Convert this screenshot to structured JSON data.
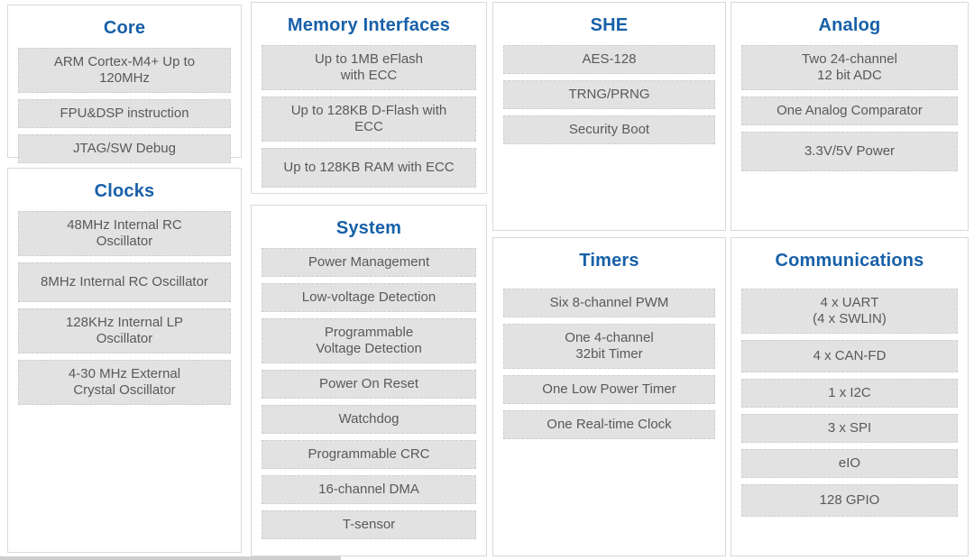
{
  "colors": {
    "accent_blue": "#1760A8",
    "box_fill": "#E2E2E2",
    "box_text": "#595959",
    "panel_border": "#D9D9D9",
    "box_border": "#CFCFCF"
  },
  "columns": [
    {
      "panels": [
        {
          "title": "Core",
          "items": [
            "ARM Cortex-M4+ Up to\n120MHz",
            "FPU&DSP instruction",
            "JTAG/SW Debug"
          ]
        },
        {
          "title": "Clocks",
          "items": [
            "48MHz Internal RC\nOscillator",
            "8MHz Internal RC Oscillator",
            "128KHz Internal LP\nOscillator",
            "4-30 MHz External\nCrystal Oscillator"
          ]
        }
      ]
    },
    {
      "panels": [
        {
          "title": "Memory Interfaces",
          "items": [
            "Up to 1MB eFlash\nwith ECC",
            "Up to 128KB D-Flash with\nECC",
            "Up to 128KB RAM with ECC"
          ]
        },
        {
          "title": "System",
          "items": [
            "Power Management",
            "Low-voltage Detection",
            "Programmable\nVoltage Detection",
            "Power On Reset",
            "Watchdog",
            "Programmable CRC",
            "16-channel DMA",
            "T-sensor"
          ]
        }
      ]
    },
    {
      "panels": [
        {
          "title": "SHE",
          "items": [
            "AES-128",
            "TRNG/PRNG",
            "Security Boot"
          ]
        },
        {
          "title": "Timers",
          "items": [
            "Six 8-channel PWM",
            "One 4-channel\n32bit Timer",
            "One Low Power Timer",
            "One Real-time Clock"
          ]
        }
      ]
    },
    {
      "panels": [
        {
          "title": "Analog",
          "items": [
            "Two 24-channel\n12 bit ADC",
            "One Analog Comparator",
            "3.3V/5V Power"
          ]
        },
        {
          "title": "Communications",
          "items": [
            "4 x UART\n(4 x SWLIN)",
            "4 x CAN-FD",
            "1 x I2C",
            "3 x SPI",
            "eIO",
            "128 GPIO"
          ]
        }
      ]
    }
  ]
}
